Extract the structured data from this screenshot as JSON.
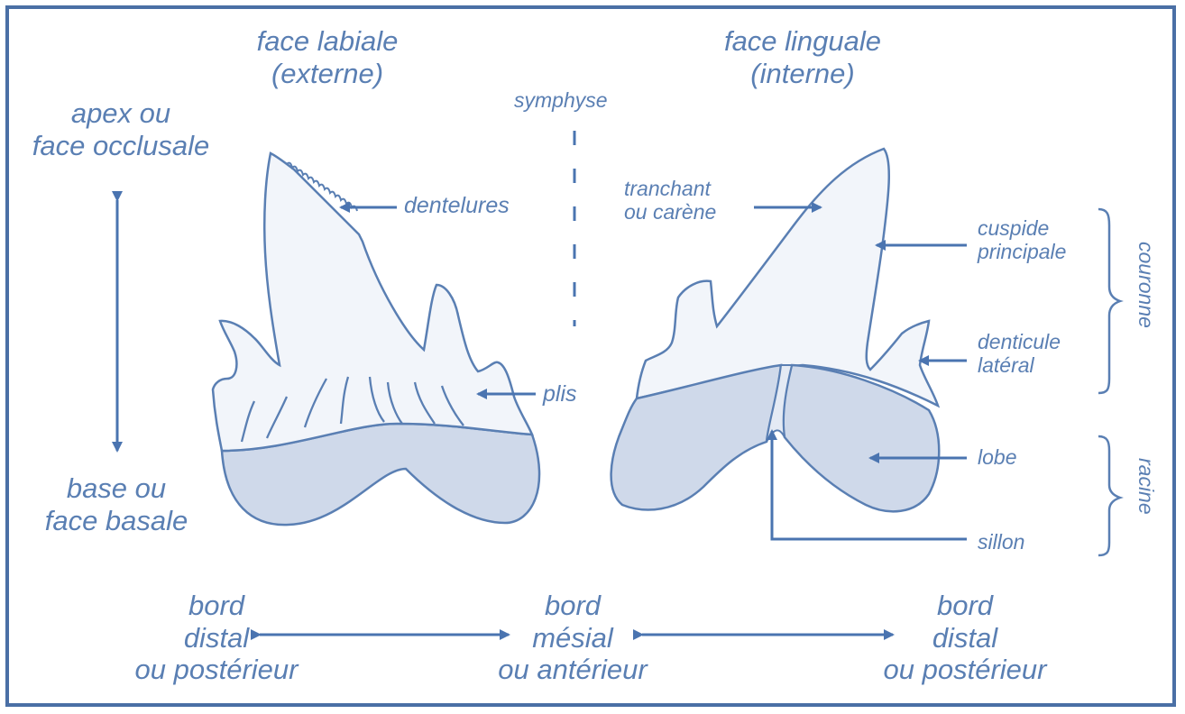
{
  "headings": {
    "labial": [
      "face labiale",
      "(externe)"
    ],
    "lingual": [
      "face linguale",
      "(interne)"
    ],
    "symphyse": "symphyse"
  },
  "left_axis": {
    "top": [
      "apex ou",
      "face occlusale"
    ],
    "bottom": [
      "base ou",
      "face basale"
    ]
  },
  "labels": {
    "dentelures": "dentelures",
    "plis": "plis",
    "tranchant": [
      "tranchant",
      "ou carène"
    ],
    "cuspide": [
      "cuspide",
      "principale"
    ],
    "denticule": [
      "denticule",
      "latéral"
    ],
    "lobe": "lobe",
    "sillon": "sillon"
  },
  "brackets": {
    "couronne": "couronne",
    "racine": "racine"
  },
  "bottom_axis": {
    "left": [
      "bord",
      "distal",
      "ou postérieur"
    ],
    "center": [
      "bord",
      "mésial",
      "ou antérieur"
    ],
    "right": [
      "bord",
      "distal",
      "ou postérieur"
    ]
  },
  "colors": {
    "ink": "#5a7fb3",
    "crown_fill": "#f2f5fa",
    "root_fill": "#cfd9ea",
    "frame": "#4a6fa5"
  }
}
